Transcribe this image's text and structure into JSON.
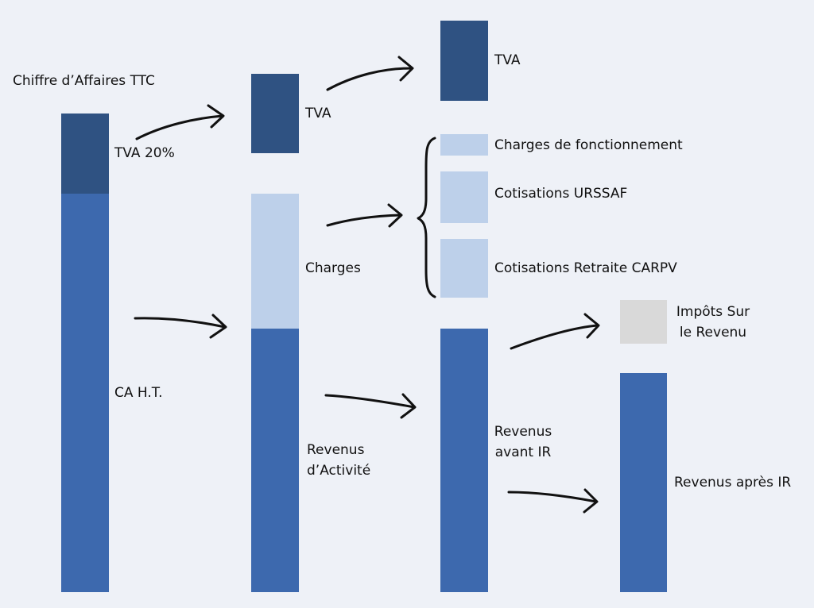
{
  "colors": {
    "dark": "#2f5282",
    "medium": "#3d69ae",
    "light": "#bdd0ea",
    "grey": "#d9d9d9",
    "background": "#eef1f7"
  },
  "labels": {
    "chiffre_affaires_ttc": "Chiffre d’Affaires TTC",
    "tva_20": "TVA 20%",
    "ca_ht": "CA H.T.",
    "tva_1": "TVA",
    "charges": "Charges",
    "revenus_activite_1": "Revenus",
    "revenus_activite_2": "d’Activité",
    "tva_2": "TVA",
    "charges_fonctionnement": "Charges de fonctionnement",
    "cotisations_urssaf": "Cotisations URSSAF",
    "cotisations_carpv": "Cotisations Retraite CARPV",
    "revenus_avant_ir_1": "Revenus",
    "revenus_avant_ir_2": "avant IR",
    "impots_1": "Impôts Sur",
    "impots_2": "le Revenu",
    "revenus_apres_ir": "Revenus après IR"
  },
  "icons": {
    "arrow": "arrow-right-icon",
    "brace": "curly-brace-icon"
  }
}
